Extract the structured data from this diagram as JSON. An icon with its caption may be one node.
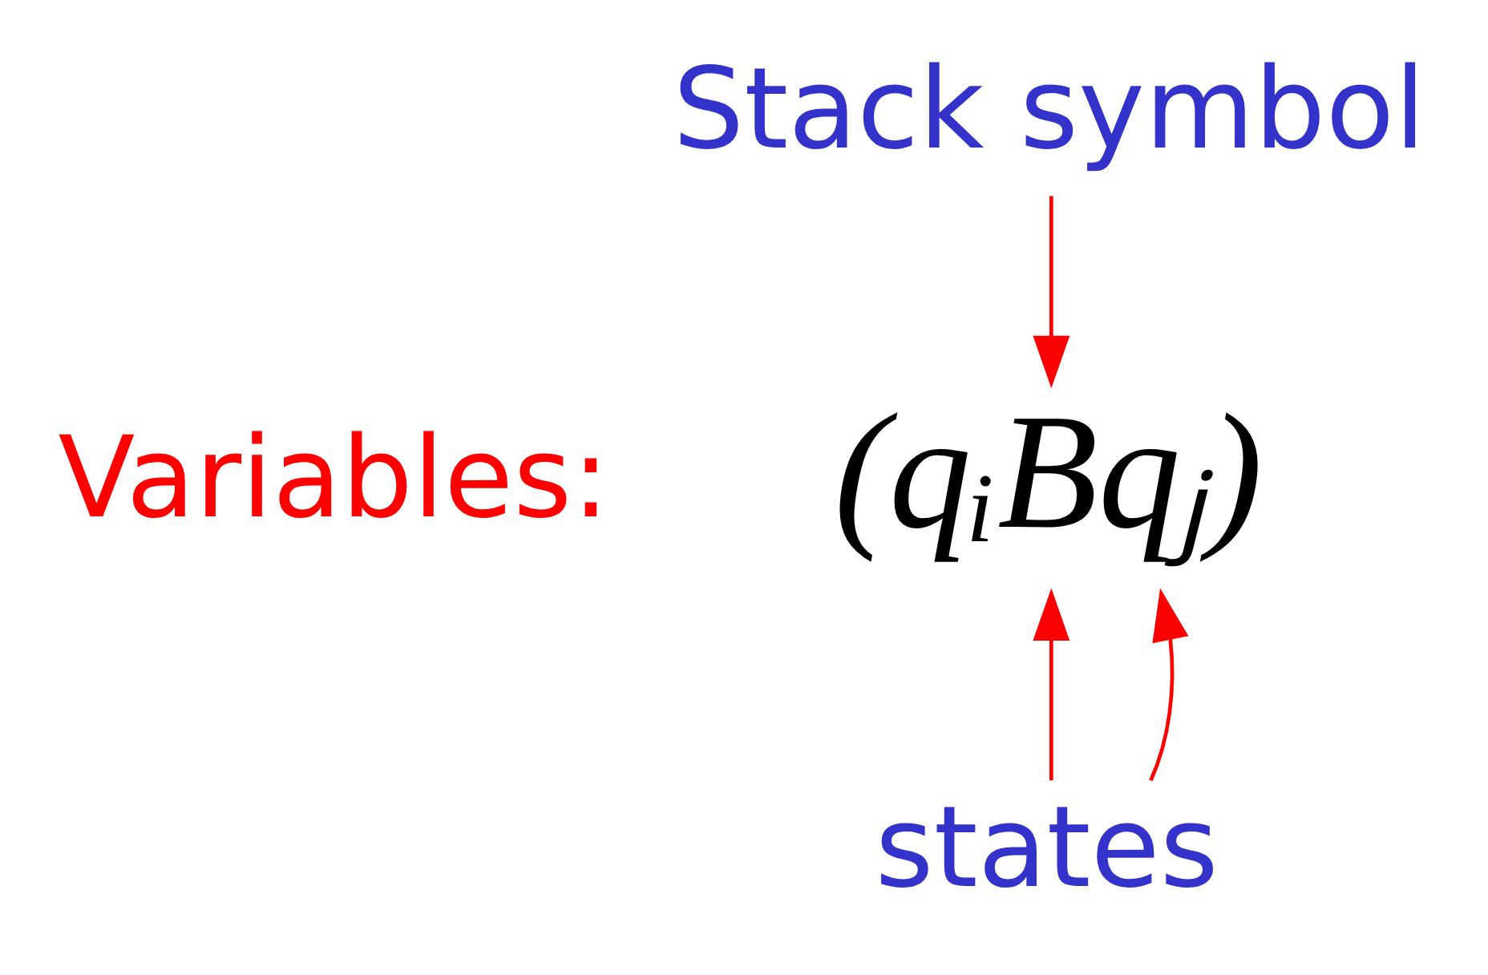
{
  "diagram": {
    "nodes": [
      {
        "text": [
          "Stack symbol"
        ]
      },
      {
        "text": [
          "(qᵢBqⱼ)"
        ]
      },
      {
        "text": [
          "states"
        ]
      }
    ],
    "edges": [
      {
        "from": 0,
        "to": 1,
        "arrow": "to"
      },
      {
        "from": 2,
        "to": 1,
        "arrow": "to"
      },
      {
        "from": 2,
        "to": 1,
        "arrow": "to"
      }
    ],
    "labels": [
      "Variables:"
    ]
  }
}
